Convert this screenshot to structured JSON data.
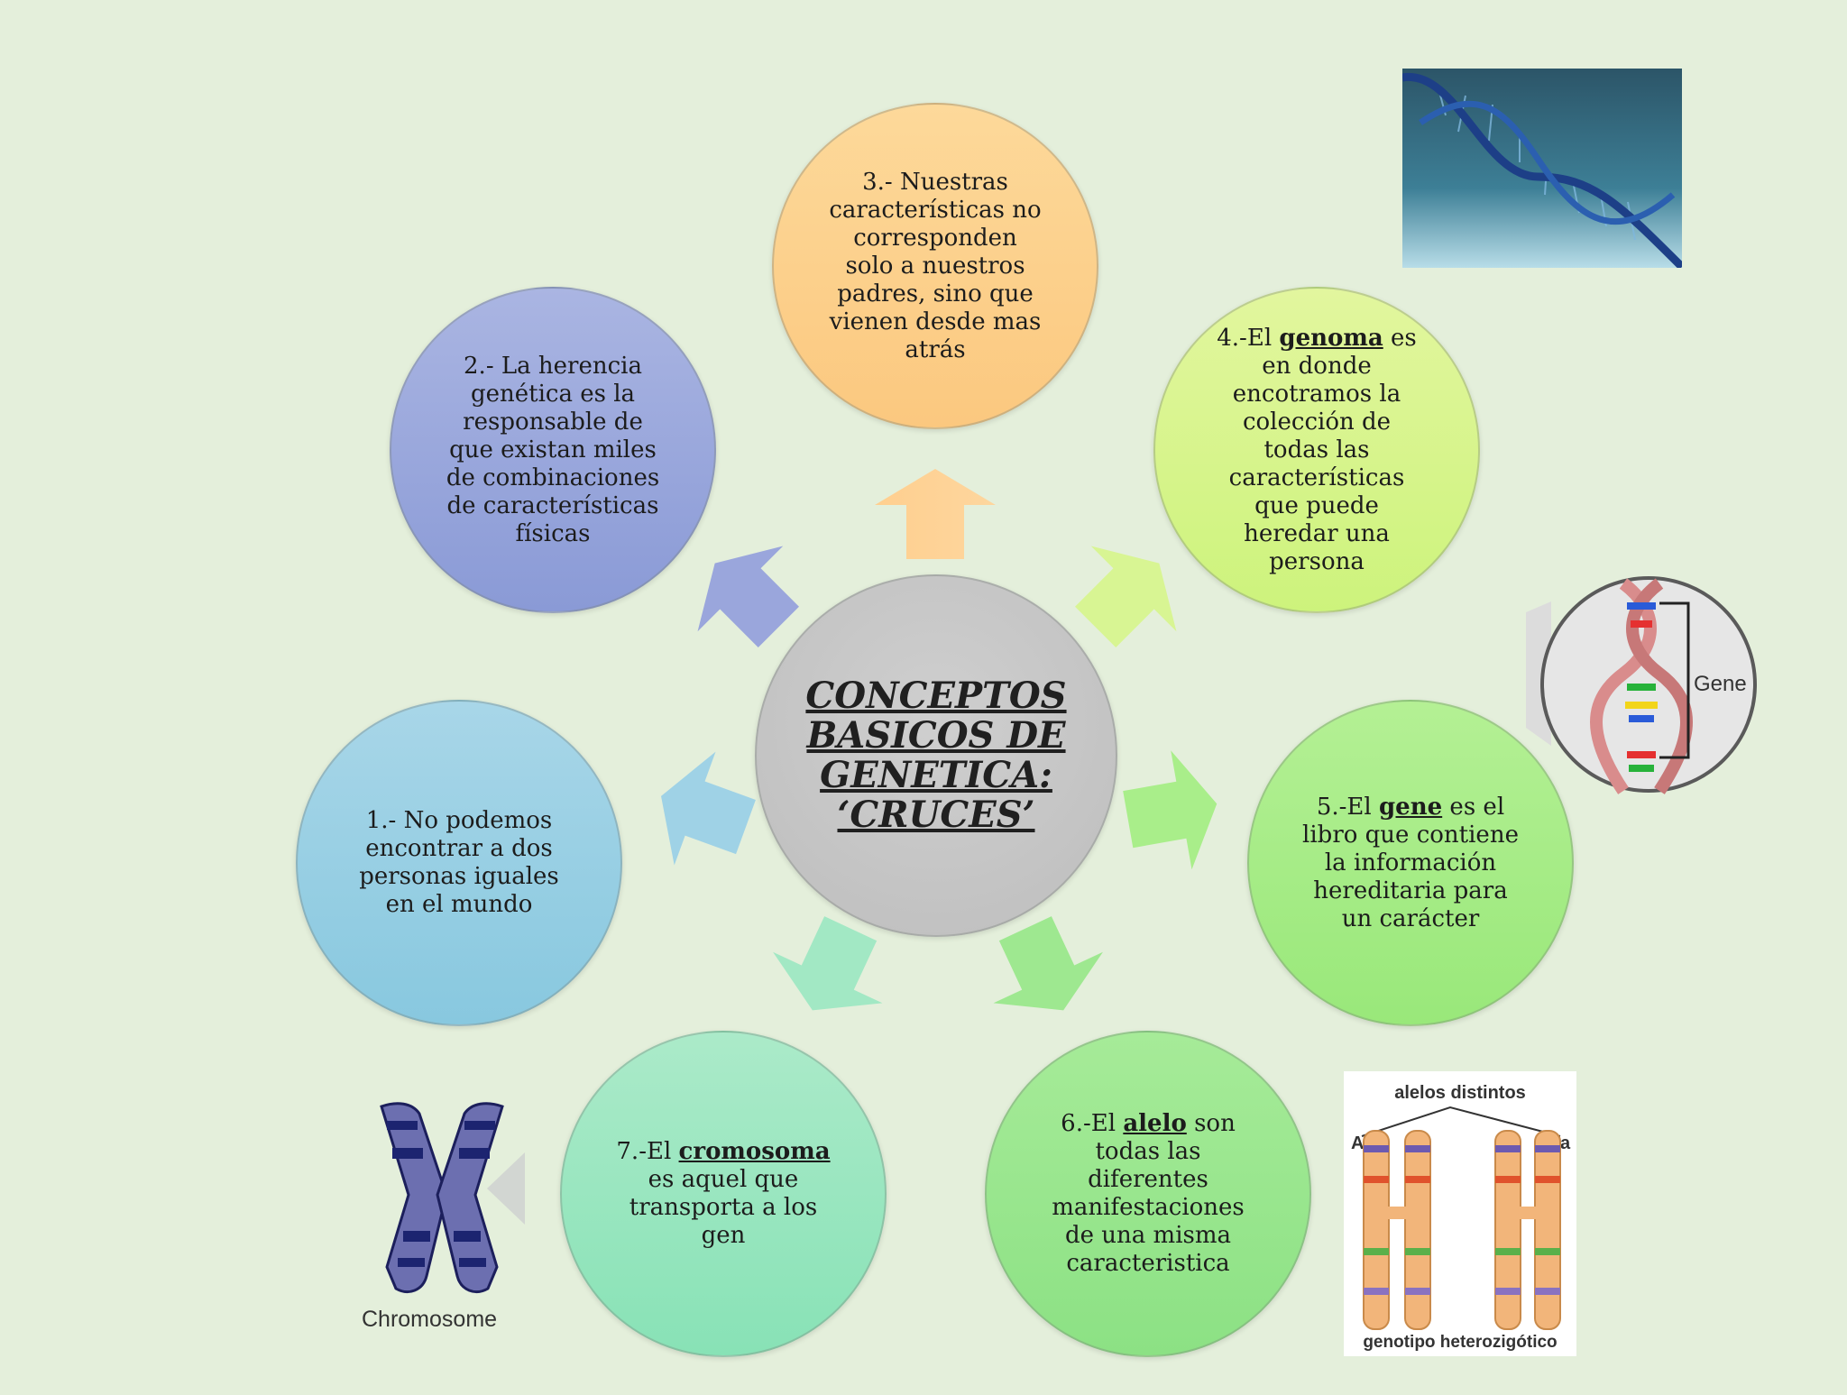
{
  "center": {
    "title": "CONCEPTOS BASICOS DE GENETICA: ‘CRUCES’"
  },
  "concepts": [
    {
      "pre": "1.- No podemos encontrar a dos personas iguales en el mundo",
      "keyword": "",
      "post": ""
    },
    {
      "pre": "2.- La herencia genética es la responsable de que existan miles de combinaciones de características físicas",
      "keyword": "",
      "post": ""
    },
    {
      "pre": "3.- Nuestras características no corresponden solo a nuestros padres, sino que vienen desde mas atrás",
      "keyword": "",
      "post": ""
    },
    {
      "pre": "4.-El ",
      "keyword": "genoma",
      "post": " es en donde encotramos la colección de todas las características que puede heredar una persona"
    },
    {
      "pre": "5.-El ",
      "keyword": "gene",
      "post": " es el libro que contiene la información hereditaria para un carácter"
    },
    {
      "pre": "6.-El ",
      "keyword": "alelo",
      "post": " son todas las diferentes manifestaciones de una misma caracteristica"
    },
    {
      "pre": "7.-El ",
      "keyword": "cromosoma",
      "post": " es aquel que transporta a los gen"
    }
  ],
  "images": {
    "gene_label": "Gene",
    "chromosome_label": "Chromosome",
    "alleles_top": "alelos distintos",
    "allele_A": "A",
    "allele_a": "a",
    "alleles_bottom": "genotipo heterozigótico"
  },
  "colors": {
    "center": "#c4c4c4",
    "c1": "#97cde3",
    "c2": "#9ba8dc",
    "c3": "#fcd08e",
    "c4": "#d6f48a",
    "c5": "#a6ec86",
    "c6": "#98e68e",
    "c7": "#9de6c0"
  }
}
